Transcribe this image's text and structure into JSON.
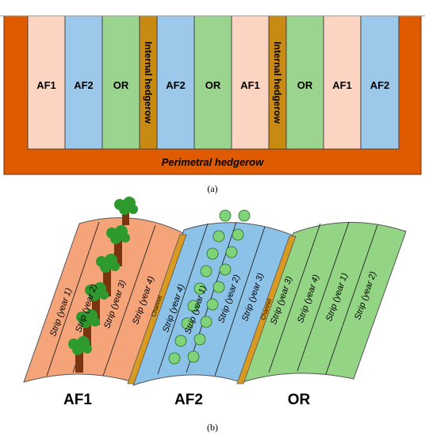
{
  "panel_a": {
    "caption": "(a)",
    "strips": [
      "AF1",
      "AF2",
      "OR",
      "AF2",
      "OR",
      "AF1",
      "OR",
      "AF1",
      "AF2"
    ],
    "hedgerow_left": "Internal hedgerow",
    "hedgerow_right": "Internal hedgerow",
    "perimetral": "Perimetral hedgerow",
    "colors": {
      "AF1": "#fbd5c2",
      "AF2": "#9cc8ea",
      "OR": "#9bd48e",
      "hedgerow": "#c98a12",
      "perimetral": "#e05a00"
    }
  },
  "panel_b": {
    "caption": "(b)",
    "af1": {
      "label": "AF1",
      "strips": [
        "Strip (year 1)",
        "Strip (year 2)",
        "Strip (year 3)",
        "Strip (year 4)"
      ]
    },
    "channel_left": "Channel",
    "af2": {
      "label": "AF2",
      "strips": [
        "Strip (year 4)",
        "Strip (year 1)",
        "Strip (year 2)",
        "Strip (year 3)"
      ]
    },
    "channel_right": "Channel",
    "or": {
      "label": "OR",
      "strips": [
        "Strip (year 3)",
        "Strip (year 4)",
        "Strip (year 1)",
        "Strip (year 2)"
      ]
    },
    "colors": {
      "af1": "#f5a47a",
      "af2": "#8cc1e8",
      "or": "#93d585",
      "channel": "#d99a22",
      "tree_leaf": "#2e9a2e",
      "tree_leaf_light": "#7fd47a",
      "trunk": "#7a3410"
    }
  }
}
